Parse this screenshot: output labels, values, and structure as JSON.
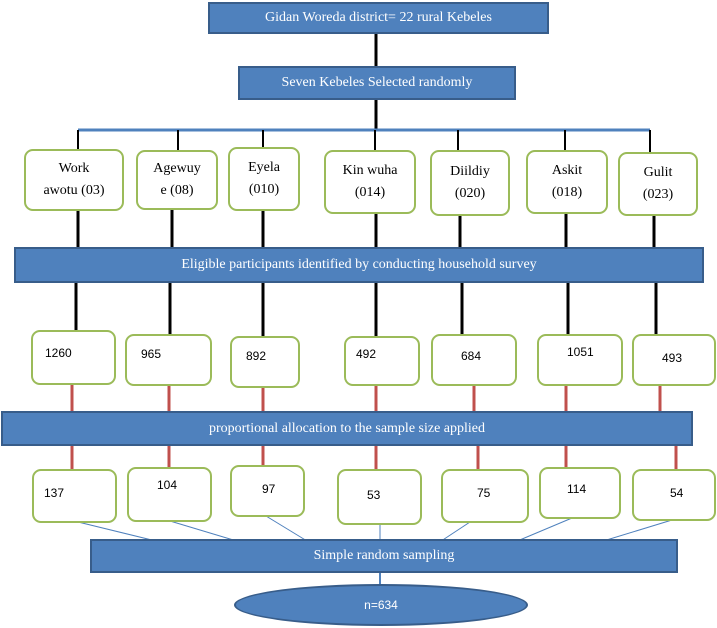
{
  "district": "Gidan Woreda district= 22 rural Kebeles",
  "selection": "Seven  Kebeles Selected randomly",
  "kebeles": [
    {
      "line1": "Work",
      "line2": "awotu (03)"
    },
    {
      "line1": "Agewuy",
      "line2": "e (08)"
    },
    {
      "line1": "Eyela",
      "line2": "(010)"
    },
    {
      "line1": "Kin wuha",
      "line2": "(014)"
    },
    {
      "line1": "Diildiy",
      "line2": "(020)"
    },
    {
      "line1": "Askit",
      "line2": "(018)"
    },
    {
      "line1": "Gulit",
      "line2": "(023)"
    }
  ],
  "survey": "Eligible participants identified by conducting household survey",
  "eligible_counts": [
    "1260",
    "965",
    "892",
    "492",
    "684",
    "1051",
    "493"
  ],
  "allocation": "proportional allocation to the sample size applied",
  "sample_counts": [
    "137",
    "104",
    "97",
    "53",
    "75",
    "114",
    "54"
  ],
  "sampling": "Simple random sampling",
  "total": "n=634",
  "colors": {
    "bar_fill": "#4f81bd",
    "bar_border": "#385d8a",
    "box_border": "#9bbb59",
    "connector_dark": "#000000",
    "connector_red": "#c0504d",
    "connector_blue": "#4f81bd"
  }
}
